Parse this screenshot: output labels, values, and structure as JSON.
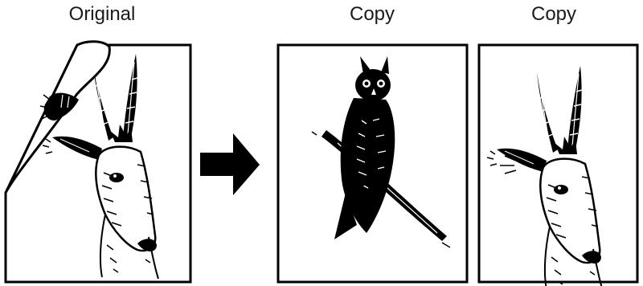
{
  "labels": {
    "original": "Original",
    "copy_1": "Copy",
    "copy_2": "Copy"
  },
  "colors": {
    "ink": "#000000",
    "paper": "#ffffff"
  },
  "icons": {
    "arrow": "right-arrow-icon"
  },
  "illustrations": {
    "original_page": "deer-head-illustration",
    "original_curl": "owl-illustration-backside",
    "copy_1": "owl-on-branch-illustration",
    "copy_2": "deer-head-illustration"
  }
}
